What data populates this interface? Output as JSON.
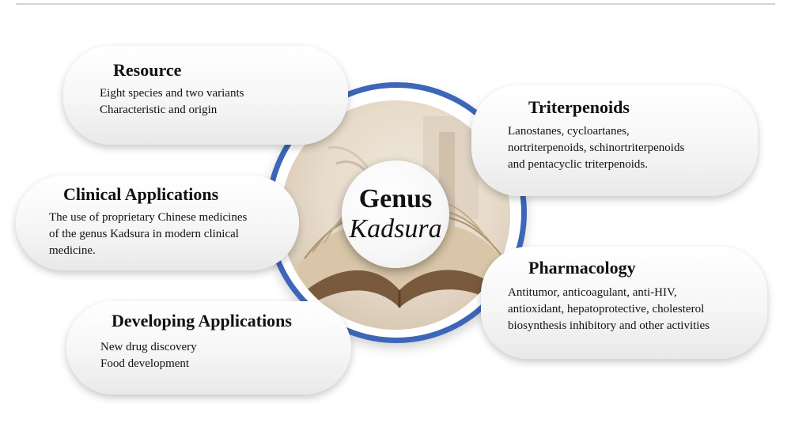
{
  "center": {
    "line1": "Genus",
    "line2": "Kadsura"
  },
  "boxes": {
    "resource": {
      "title": "Resource",
      "lines": [
        "Eight species and two variants",
        "Characteristic and origin"
      ]
    },
    "clinical": {
      "title": "Clinical Applications",
      "lines": [
        "The use of proprietary Chinese medicines",
        "of the genus Kadsura in modern clinical",
        "medicine."
      ]
    },
    "developing": {
      "title": "Developing Applications",
      "lines": [
        "New drug discovery",
        "Food development"
      ]
    },
    "triterpenoids": {
      "title": "Triterpenoids",
      "lines": [
        "Lanostanes, cycloartanes,",
        "nortriterpenoids, schinortriterpenoids",
        "and pentacyclic triterpenoids."
      ]
    },
    "pharmacology": {
      "title": "Pharmacology",
      "lines": [
        "Antitumor, anticoagulant, anti-HIV,",
        "antioxidant, hepatoprotective, cholesterol",
        "biosynthesis inhibitory and other activities"
      ]
    }
  },
  "colors": {
    "ring": "#3d66b8",
    "pill": "#f4f4f4"
  }
}
